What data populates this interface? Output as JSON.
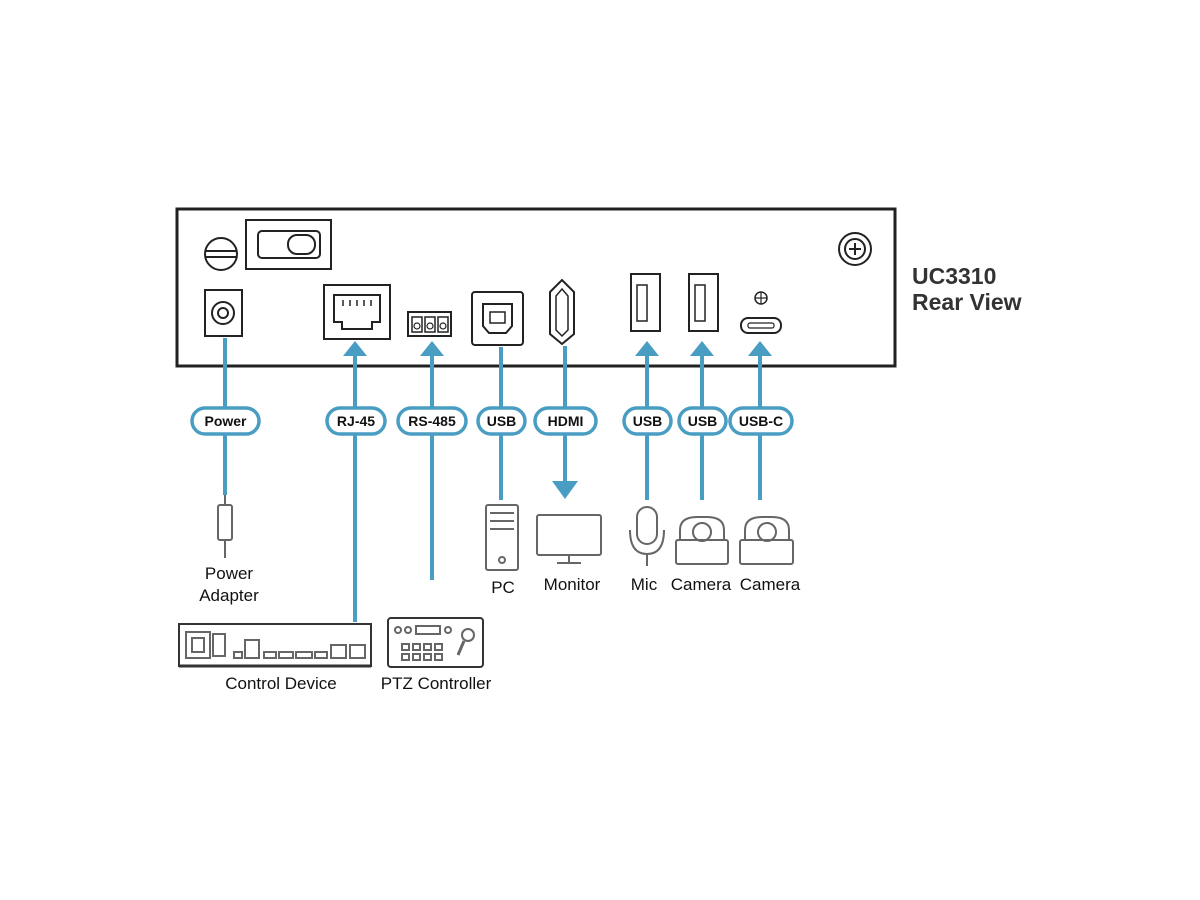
{
  "title": {
    "model": "UC3310",
    "view": "Rear View"
  },
  "colors": {
    "accent": "#4a9dc2",
    "pill_fill": "#ffffff",
    "device_stroke": "#222222",
    "icon_stroke": "#666666"
  },
  "ports": [
    {
      "id": "power",
      "label": "Power"
    },
    {
      "id": "rj45",
      "label": "RJ-45"
    },
    {
      "id": "rs485",
      "label": "RS-485"
    },
    {
      "id": "usbb",
      "label": "USB"
    },
    {
      "id": "hdmi",
      "label": "HDMI"
    },
    {
      "id": "usb1",
      "label": "USB"
    },
    {
      "id": "usb2",
      "label": "USB"
    },
    {
      "id": "usbc",
      "label": "USB-C"
    }
  ],
  "devices": {
    "power_adapter": [
      "Power",
      "Adapter"
    ],
    "pc": "PC",
    "monitor": "Monitor",
    "mic": "Mic",
    "camera1": "Camera",
    "camera2": "Camera",
    "control_device": "Control Device",
    "ptz_controller": "PTZ Controller"
  }
}
